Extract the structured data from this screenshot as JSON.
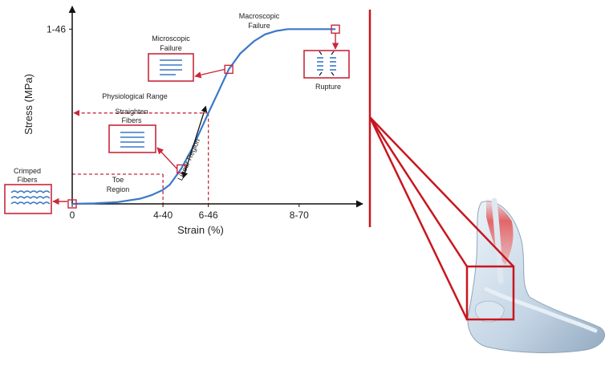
{
  "chart_data": {
    "type": "line",
    "title": "",
    "xlabel": "Strain (%)",
    "ylabel": "Stress (MPa)",
    "x_ticks": [
      "0",
      "4-40",
      "6-46",
      "8-70"
    ],
    "y_ticks": [
      "1-46"
    ],
    "series": [
      {
        "x": [
          0,
          1,
          2,
          3,
          3.5,
          4,
          4.3,
          4.8,
          5.3,
          6,
          6.4,
          6.9,
          7.4,
          8,
          8.5,
          9,
          9.5,
          10.2,
          11.6
        ],
        "y": [
          0,
          0.003,
          0.01,
          0.03,
          0.05,
          0.08,
          0.11,
          0.2,
          0.32,
          0.52,
          0.63,
          0.77,
          0.86,
          0.93,
          0.97,
          0.99,
          1.0,
          1.0,
          1.0
        ]
      }
    ],
    "xlim": [
      0,
      12.8
    ],
    "ylim": [
      0,
      1.13
    ],
    "grid": false,
    "annotations": {
      "physiological_range": "Physiological Range",
      "toe_region": [
        "Toe",
        "Region"
      ],
      "linear_region": "Linear Region",
      "crimped_fibers": [
        "Crimped",
        "Fibers"
      ],
      "straighten_fibers": [
        "Straighten",
        "Fibers"
      ],
      "microscopic_failure": [
        "Microscopic",
        "Failure"
      ],
      "macroscopic_failure": [
        "Macroscopic",
        "Failure"
      ],
      "rupture": "Rupture"
    },
    "colors": {
      "curve": "#3a78c9",
      "annotation": "#c8283c",
      "axis": "#111111",
      "icon_lines": "#3a78c9"
    }
  },
  "illustration": {
    "subject": "foot-and-ankle-tendon-illustration",
    "highlight_color": "#c8161e"
  }
}
